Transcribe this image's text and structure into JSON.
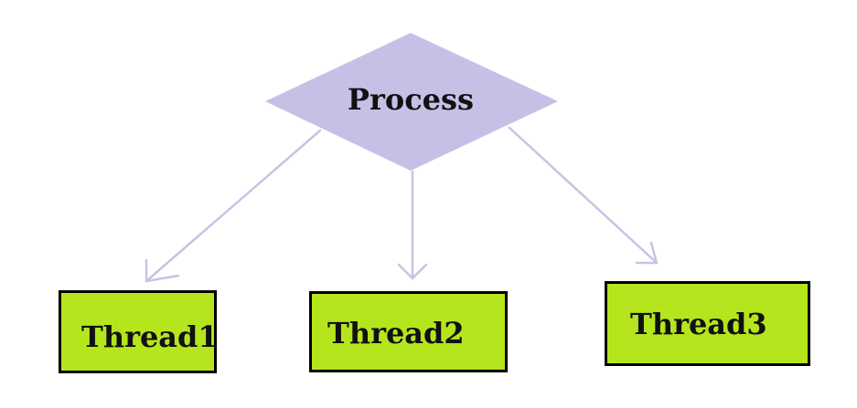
{
  "diagram": {
    "root": {
      "label": "Process",
      "shape": "diamond",
      "fill": "#c7c0e6"
    },
    "children": [
      {
        "label": "Thread1",
        "shape": "rectangle"
      },
      {
        "label": "Thread2",
        "shape": "rectangle"
      },
      {
        "label": "Thread3",
        "shape": "rectangle"
      }
    ],
    "colors": {
      "thread_fill": "#b5e61d",
      "thread_border": "#000000",
      "arrow": "#c9c3e3"
    }
  }
}
